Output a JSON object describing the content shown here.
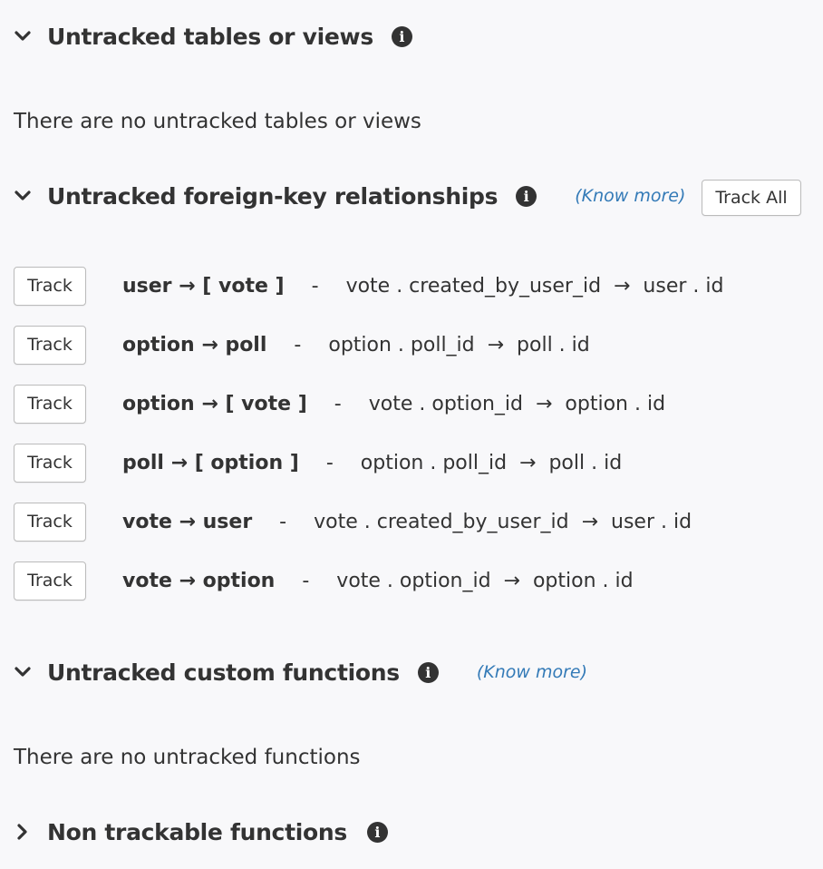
{
  "sections": {
    "tables": {
      "title": "Untracked tables or views",
      "empty_text": "There are no untracked tables or views"
    },
    "foreign_keys": {
      "title": "Untracked foreign-key relationships",
      "know_more": "(Know more)",
      "track_all_label": "Track All",
      "track_label": "Track",
      "rows": [
        {
          "name": "user → [ vote ]",
          "sep": "-",
          "detail": "vote . created_by_user_id  →  user . id"
        },
        {
          "name": "option → poll",
          "sep": "-",
          "detail": "option . poll_id  →  poll . id"
        },
        {
          "name": "option → [ vote ]",
          "sep": "-",
          "detail": "vote . option_id  →  option . id"
        },
        {
          "name": "poll → [ option ]",
          "sep": "-",
          "detail": "option . poll_id  →  poll . id"
        },
        {
          "name": "vote → user",
          "sep": "-",
          "detail": "vote . created_by_user_id  →  user . id"
        },
        {
          "name": "vote → option",
          "sep": "-",
          "detail": "vote . option_id  →  option . id"
        }
      ]
    },
    "custom_functions": {
      "title": "Untracked custom functions",
      "know_more": "(Know more)",
      "empty_text": "There are no untracked functions"
    },
    "non_trackable": {
      "title": "Non trackable functions"
    }
  },
  "icons": {
    "expanded": "chevron-down-icon",
    "collapsed": "chevron-right-icon",
    "info": "info-icon"
  },
  "colors": {
    "background": "#f8f8fa",
    "text": "#333333",
    "link": "#337ab7"
  }
}
